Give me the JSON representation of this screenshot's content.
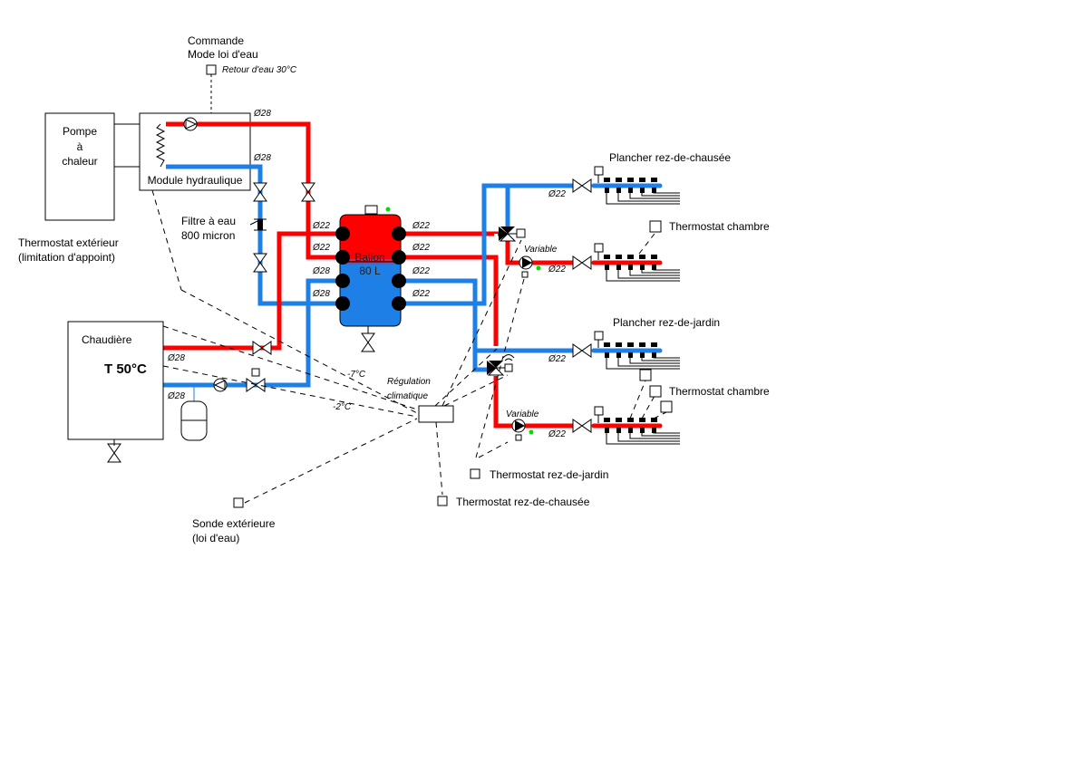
{
  "colors": {
    "hot": "#ff0000",
    "cold": "#1e7fe6",
    "port": "#000000",
    "indicator": "#00dd00"
  },
  "labels": {
    "commande": "Commande",
    "mode_loi_eau": "Mode loi d'eau",
    "retour_eau": "Retour d'eau 30°C",
    "pompe_l1": "Pompe",
    "pompe_l2": "à",
    "pompe_l3": "chaleur",
    "module": "Module hydraulique",
    "filtre_l1": "Filtre à eau",
    "filtre_l2": "800 micron",
    "thermo_ext_l1": "Thermostat extérieur",
    "thermo_ext_l2": "(limitation d'appoint)",
    "chaudiere": "Chaudière",
    "chaudiere_temp": "T 50°C",
    "ballon_l1": "Ballon",
    "ballon_l2": "80 L",
    "regulation_l1": "Régulation",
    "regulation_l2": "climatique",
    "minus7": "-7°C",
    "minus2": "-2°C",
    "sonde_l1": "Sonde extérieure",
    "sonde_l2": "(loi d'eau)",
    "thermo_rdj": "Thermostat rez-de-jardin",
    "thermo_rdc": "Thermostat rez-de-chausée",
    "plancher_rdc": "Plancher rez-de-chausée",
    "plancher_rdj": "Plancher rez-de-jardin",
    "thermo_chambre_1": "Thermostat chambre",
    "thermo_chambre_2": "Thermostat chambre",
    "variable_1": "Variable",
    "variable_2": "Variable"
  },
  "diameters": {
    "pac_depart": "Ø28",
    "pac_retour": "Ø28",
    "boiler_depart": "Ø28",
    "boiler_retour": "Ø28",
    "ballon_left": [
      "Ø22",
      "Ø22",
      "Ø28",
      "Ø28"
    ],
    "ballon_right": [
      "Ø22",
      "Ø22",
      "Ø22",
      "Ø22"
    ],
    "circuits": [
      "Ø22",
      "Ø22",
      "Ø22",
      "Ø22"
    ]
  }
}
